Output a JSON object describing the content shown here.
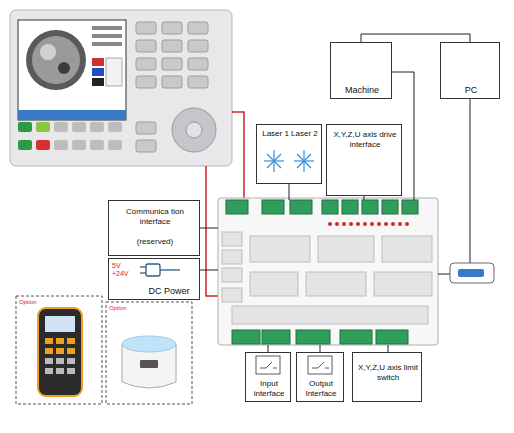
{
  "diagram": {
    "nodes": [
      {
        "text": [
          "Machine"
        ]
      },
      {
        "text": [
          "PC"
        ]
      },
      {
        "text": [
          "Laser 1 Laser 2"
        ]
      },
      {
        "text": [
          "X,Y,Z,U axis drive interface"
        ]
      },
      {
        "text": [
          "Communica tion interface",
          "(reserved)"
        ]
      },
      {
        "text": [
          "5V +24V",
          "DC Power"
        ]
      },
      {
        "text": [
          "Input interface"
        ]
      },
      {
        "text": [
          "Output Interface"
        ]
      },
      {
        "text": [
          "X,Y,Z,U axis limit switch"
        ]
      }
    ],
    "edges": [
      {
        "from": 0,
        "to": 1,
        "arrow": "none"
      }
    ],
    "labels": [
      "Option",
      "Option"
    ]
  }
}
